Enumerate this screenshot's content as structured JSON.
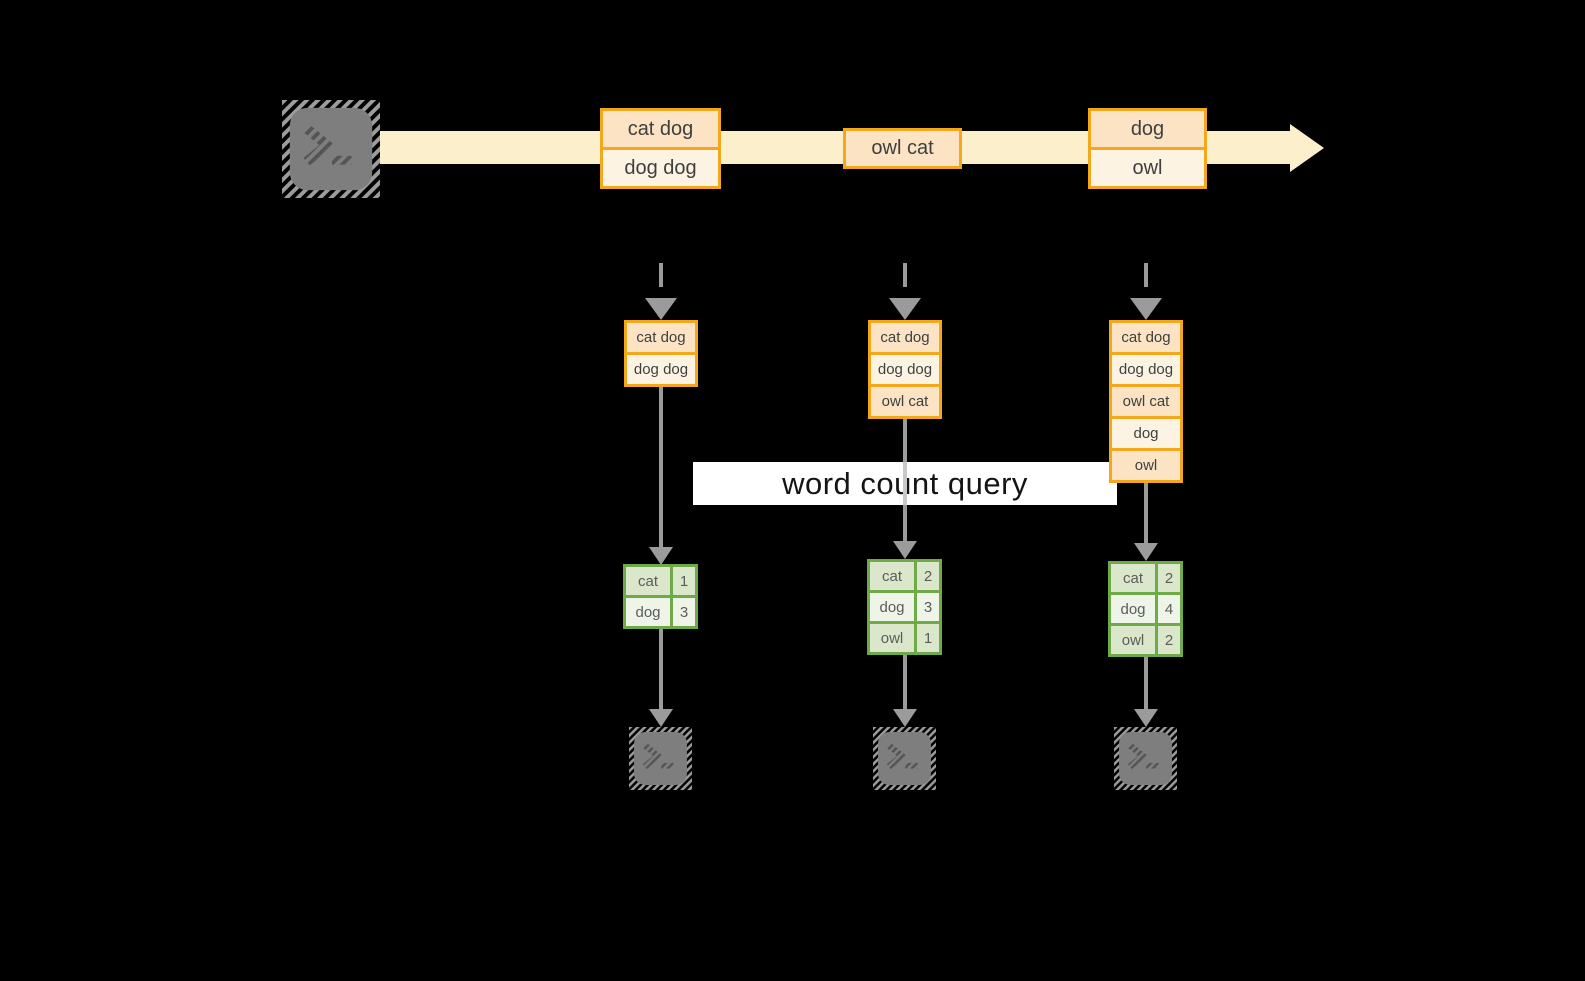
{
  "title_band": {
    "label": "word count query"
  },
  "stream": {
    "source_icon": "terminal-icon",
    "events": [
      {
        "lines": [
          "cat dog",
          "dog dog"
        ]
      },
      {
        "lines": [
          "owl cat"
        ]
      },
      {
        "lines": [
          "dog",
          "owl"
        ]
      }
    ]
  },
  "pipelines": [
    {
      "buffer": [
        "cat dog",
        "dog dog"
      ],
      "counts": [
        {
          "word": "cat",
          "count": "1"
        },
        {
          "word": "dog",
          "count": "3"
        }
      ],
      "sink_icon": "terminal-icon"
    },
    {
      "buffer": [
        "cat dog",
        "dog dog",
        "owl cat"
      ],
      "counts": [
        {
          "word": "cat",
          "count": "2"
        },
        {
          "word": "dog",
          "count": "3"
        },
        {
          "word": "owl",
          "count": "1"
        }
      ],
      "sink_icon": "terminal-icon"
    },
    {
      "buffer": [
        "cat dog",
        "dog dog",
        "owl cat",
        "dog",
        "owl"
      ],
      "counts": [
        {
          "word": "cat",
          "count": "2"
        },
        {
          "word": "dog",
          "count": "4"
        },
        {
          "word": "owl",
          "count": "2"
        }
      ],
      "sink_icon": "terminal-icon"
    }
  ],
  "colors": {
    "background": "#000000",
    "stream_band": "#fcf0cc",
    "event_border": "#f3a81b",
    "event_fill_dark": "#fbe3c4",
    "event_fill_light": "#fdf3e3",
    "table_border": "#6faa49",
    "table_fill_dark": "#dbe7ca",
    "table_fill_light": "#eef4e7",
    "arrow_gray": "#9b9b9b",
    "query_band_bg": "#ffffff"
  }
}
